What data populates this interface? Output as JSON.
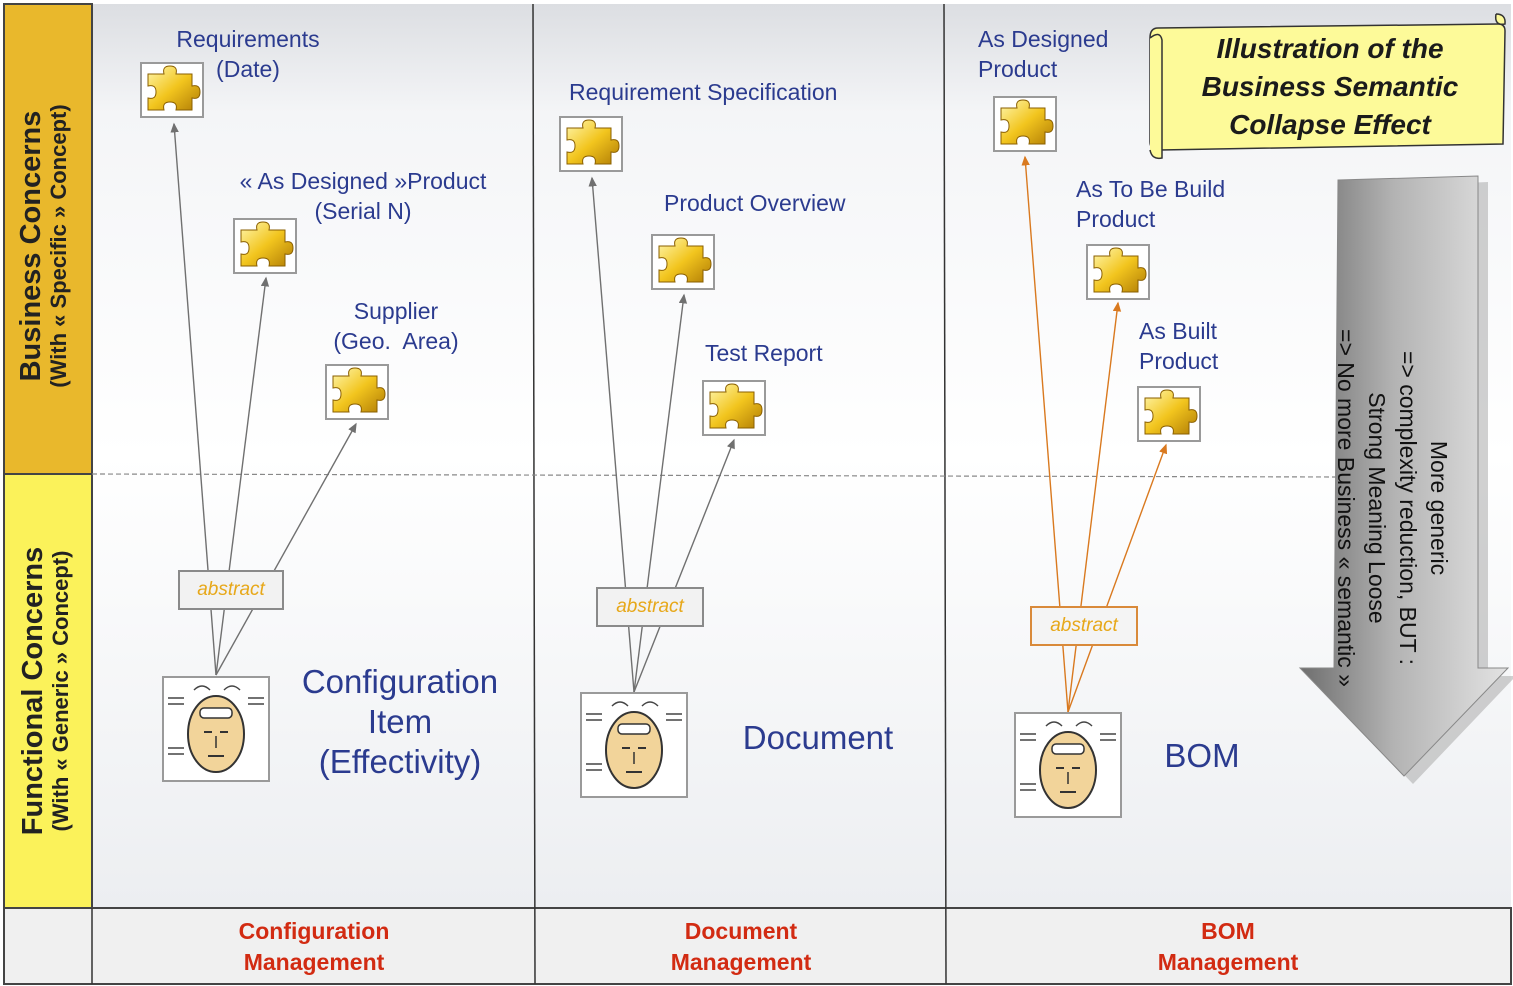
{
  "bands": {
    "business": {
      "title": "Business Concerns",
      "subtitle": "(With « Specific » Concept)",
      "color": "#e9b82c"
    },
    "functional": {
      "title": "Functional Concerns",
      "subtitle": "(With « Generic » Concept)",
      "color": "#fbf25a"
    }
  },
  "columns": [
    {
      "footer": [
        "Configuration",
        "Management"
      ],
      "business_items": [
        {
          "label": [
            "Requirements",
            "(Date)"
          ]
        },
        {
          "label": [
            "« As Designed »Product",
            "(Serial N)"
          ]
        },
        {
          "label": [
            "Supplier",
            "(Geo.  Area)"
          ]
        }
      ],
      "abstract_label": "abstract",
      "functional_label": [
        "Configuration",
        "Item",
        "(Effectivity)"
      ]
    },
    {
      "footer": [
        "Document",
        "Management"
      ],
      "business_items": [
        {
          "label": [
            "Requirement Specification"
          ]
        },
        {
          "label": [
            "Product Overview"
          ]
        },
        {
          "label": [
            "Test Report"
          ]
        }
      ],
      "abstract_label": "abstract",
      "functional_label": [
        "Document"
      ]
    },
    {
      "footer": [
        "BOM",
        "Management"
      ],
      "business_items": [
        {
          "label": [
            "As Designed",
            "Product"
          ]
        },
        {
          "label": [
            "As To Be Build",
            "Product"
          ]
        },
        {
          "label": [
            "As Built",
            "Product"
          ]
        }
      ],
      "abstract_label": "abstract",
      "functional_label": [
        "BOM"
      ]
    }
  ],
  "callout": {
    "lines": [
      "Illustration of the",
      "Business Semantic",
      "Collapse Effect"
    ],
    "color": "#fdfa99"
  },
  "arrow_note": {
    "lines": [
      "More generic",
      "=> complexity reduction, BUT :",
      "Strong Meaning Loose",
      "=> No more Business « semantic »"
    ]
  },
  "icons": {
    "business_item": "puzzle-piece-icon",
    "functional_concept": "robot-head-icon"
  },
  "colors": {
    "label_text": "#2b3b8f",
    "footer_text": "#d22b12",
    "abstract_text": "#e7a81a",
    "bom_links": "#d9791f",
    "links": "#707070"
  }
}
